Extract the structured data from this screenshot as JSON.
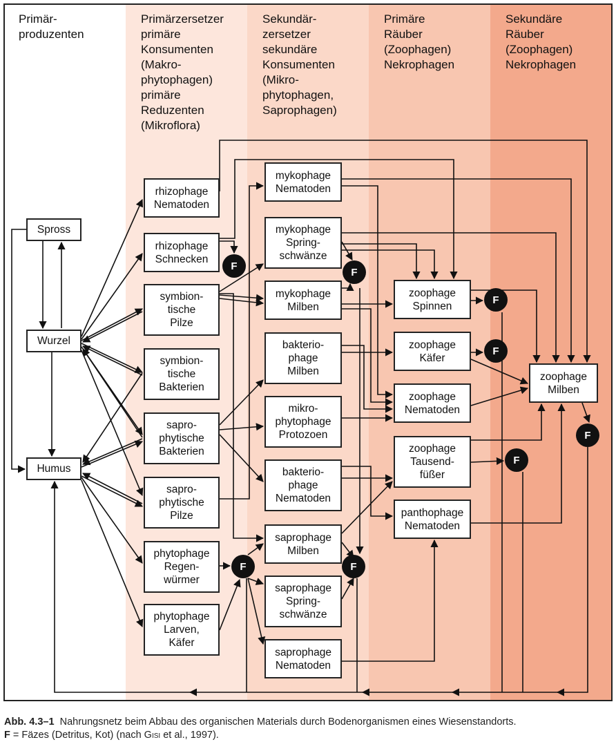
{
  "colors": {
    "band1": "#ffffff",
    "band2": "#fde6dc",
    "band3": "#fbd8c8",
    "band4": "#f8c6b0",
    "band5": "#f3a98c",
    "line": "#111111",
    "feces": "#111111"
  },
  "headers": {
    "col1": "Primär-\nproduzenten",
    "col2": "Primärzersetzer\nprimäre\nKonsumenten\n(Makro-\nphytophagen)\nprimäre\nReduzenten\n(Mikroflora)",
    "col3": "Sekundär-\nzersetzer\nsekundäre\nKonsumenten\n(Mikro-\nphytophagen,\nSaprophagen)",
    "col4": "Primäre\nRäuber\n(Zoophagen)\nNekrophagen",
    "col5": "Sekundäre\nRäuber\n(Zoophagen)\nNekrophagen"
  },
  "nodes": {
    "spross": "Spross",
    "wurzel": "Wurzel",
    "humus": "Humus",
    "rhizo_nem": "rhizophage\nNematoden",
    "rhizo_schn": "rhizophage\nSchnecken",
    "symb_pilze": "symbion-\ntische\nPilze",
    "symb_bakt": "symbion-\ntische\nBakterien",
    "sapro_bakt": "sapro-\nphytische\nBakterien",
    "sapro_pilze": "sapro-\nphytische\nPilze",
    "phyto_regen": "phytophage\nRegen-\nwürmer",
    "phyto_larven": "phytophage\nLarven,\nKäfer",
    "myko_nem": "mykophage\nNematoden",
    "myko_spring": "mykophage\nSpring-\nschwänze",
    "myko_milben": "mykophage\nMilben",
    "bakt_milben": "bakterio-\nphage\nMilben",
    "mikro_proto": "mikro-\nphytophage\nProtozoen",
    "bakt_nem": "bakterio-\nphage\nNematoden",
    "sapro_milben": "saprophage\nMilben",
    "sapro_spring": "saprophage\nSpring-\nschwänze",
    "sapro_nem": "saprophage\nNematoden",
    "zoo_spinnen": "zoophage\nSpinnen",
    "zoo_kaefer": "zoophage\nKäfer",
    "zoo_nem": "zoophage\nNematoden",
    "zoo_tausend": "zoophage\nTausend-\nfüßer",
    "panto_nem": "panthophage\nNematoden",
    "zoo_milben": "zoophage\nMilben"
  },
  "feces_label": "F",
  "caption": {
    "label": "Abb. 4.3–1",
    "line1": "Nahrungsnetz beim Abbau des organischen Materials durch Bodenorganismen eines Wiesenstandorts.",
    "f_label": "F",
    "line2_a": "= Fäzes (Detritus, Kot) (nach ",
    "author": "Gisi",
    "line2_b": " et al., 1997)."
  }
}
